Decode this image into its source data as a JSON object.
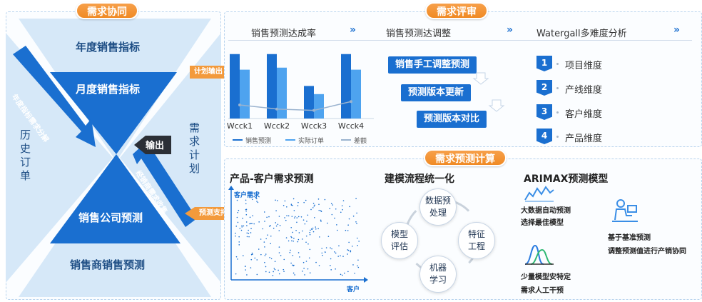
{
  "left": {
    "badge": "需求协同",
    "top_label": "年度销售指标",
    "month_label": "月度销售指标",
    "history_label": "历\n史\n订\n单",
    "plan_label": "需\n求\n计\n划",
    "output_label": "输出",
    "sales_company_label": "销售公司预测",
    "dealer_label": "销售商销售预测",
    "diag_top": "年度指标需求分解",
    "diag_bottom": "经销商需求收集"
  },
  "connectors": {
    "plan_output": "计划输出",
    "forecast_support": "预测支持"
  },
  "review": {
    "badge": "需求评审",
    "tabs": [
      "销售预测达成率",
      "销售预测达调整",
      "Watergall多难度分析"
    ],
    "steps": [
      "销售手工调整预测",
      "预测版本更新",
      "预测版本对比"
    ],
    "dimensions": [
      {
        "num": "1",
        "label": "项目维度"
      },
      {
        "num": "2",
        "label": "产线维度"
      },
      {
        "num": "3",
        "label": "客户维度"
      },
      {
        "num": "4",
        "label": "产品维度"
      }
    ]
  },
  "calc": {
    "badge": "需求预测计算",
    "scatter_title": "产品-客户需求预测",
    "scatter_ylabel": "客户需求",
    "scatter_xlabel": "客户",
    "flow_title": "建模流程统一化",
    "flow_nodes": [
      "数据预\n处理",
      "特征\n工程",
      "机器\n学习",
      "模型\n评估"
    ],
    "arimax_title": "ARIMAX预测模型",
    "arimax_items": [
      {
        "icon": "line-chart-icon",
        "lines": [
          "大数据自动预测",
          "选择最佳模型"
        ]
      },
      {
        "icon": "person-desk-icon",
        "lines": [
          "基于基准预测",
          "调整预测值进行产销协同"
        ]
      },
      {
        "icon": "distribution-icon",
        "lines": [
          "少量模型安特定",
          "需求人工干预"
        ]
      }
    ]
  },
  "chart_data": {
    "type": "bar",
    "categories": [
      "Wcck1",
      "Wcck2",
      "Wcck3",
      "Wcck4"
    ],
    "series": [
      {
        "name": "销售预测",
        "values": [
          95,
          95,
          48,
          95
        ]
      },
      {
        "name": "实际订单",
        "values": [
          72,
          75,
          36,
          72
        ]
      },
      {
        "name": "差额",
        "values": [
          20,
          14,
          12,
          25
        ]
      }
    ],
    "colors": [
      "#1a6fd0",
      "#4ea3ef",
      "#9ab3cf"
    ]
  }
}
